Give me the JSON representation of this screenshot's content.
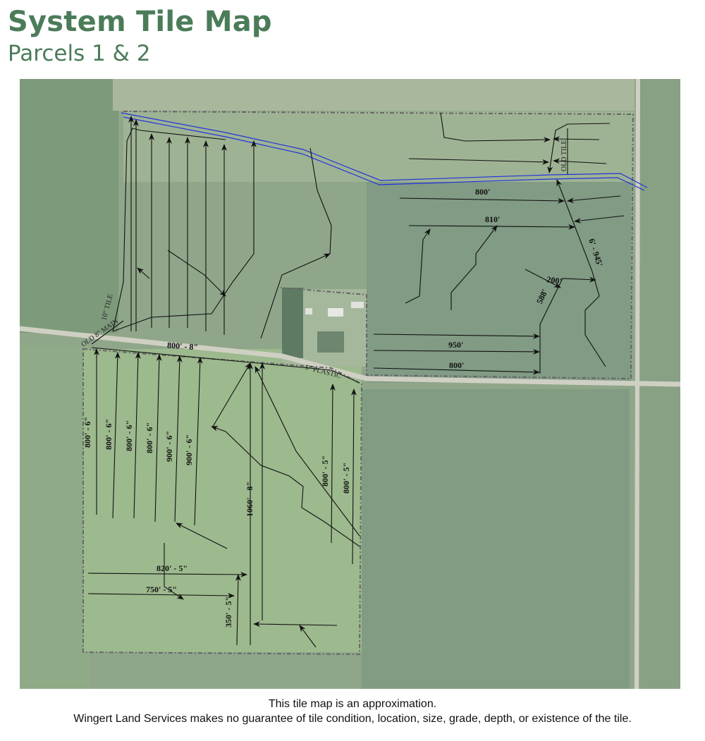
{
  "header": {
    "title": "System Tile Map",
    "subtitle": "Parcels 1 & 2"
  },
  "colors": {
    "brand_green": "#4b7c59",
    "ditch_blue": "#2233dd",
    "tile_line": "#111111"
  },
  "map": {
    "labels": {
      "main_north": "800' - 8\"",
      "plastic": "5\" PLASTIC",
      "old_main": "OLD 8\" MAIN",
      "tile_10": "10\" TILE",
      "lat1": "800' - 6\"",
      "lat2": "800' - 6\"",
      "lat3": "800' - 6\"",
      "lat4": "800' - 6\"",
      "lat5": "900' - 6\"",
      "lat6": "900' - 6\"",
      "main_1060": "1060' - 8\"",
      "lat7": "800' - 5\"",
      "lat8": "800' - 5\"",
      "lat_820": "820' - 5\"",
      "lat_750": "750' - 5\"",
      "lat_350": "350' - 5\"",
      "e800a": "800'",
      "e810": "810'",
      "e950": "950'",
      "e800b": "800'",
      "e200": "200'",
      "e588": "588'",
      "e945": "6' - 945'",
      "old_tile": "OLD TILE"
    }
  },
  "footer": {
    "line1": "This tile map is an approximation.",
    "line2": "Wingert Land Services makes no guarantee of tile condition, location, size, grade, depth, or existence of the tile."
  }
}
